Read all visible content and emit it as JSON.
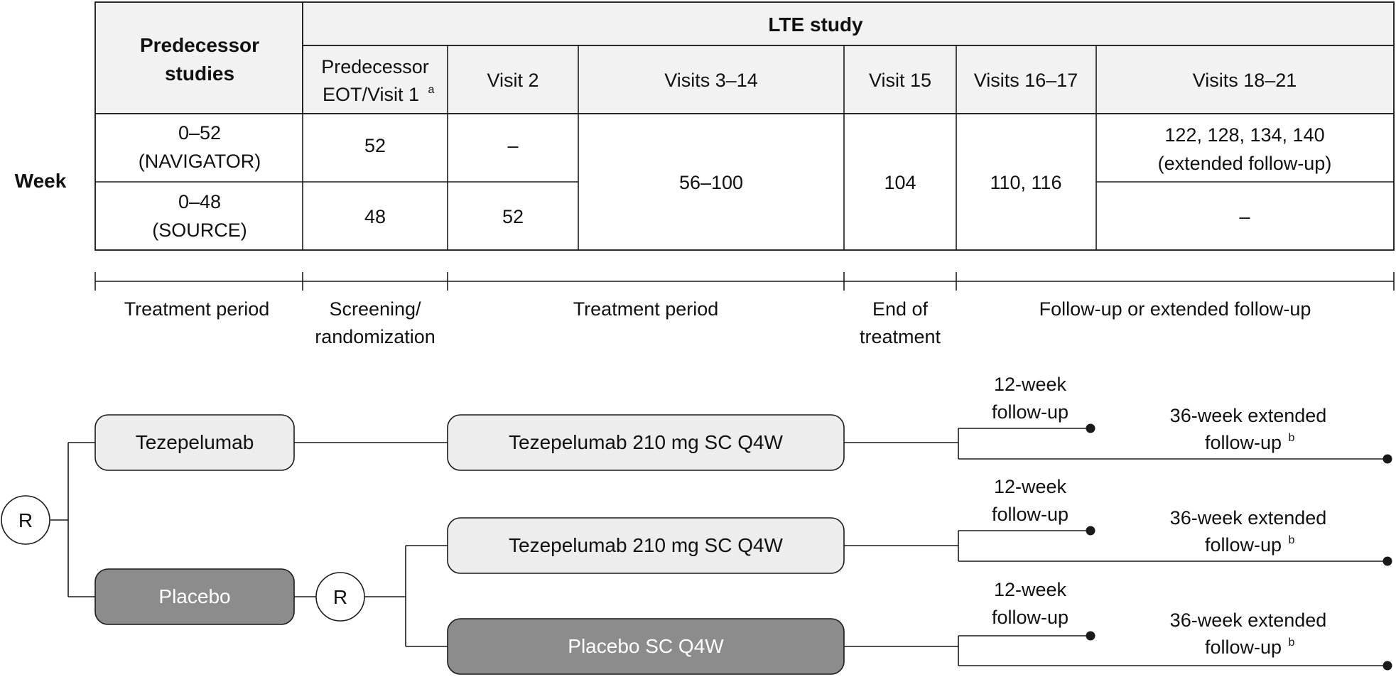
{
  "colors": {
    "line": "#1a1a1a",
    "header_fill": "#f2f2f2",
    "light_box": "#ededed",
    "dark_box": "#8c8c8c",
    "dark_box_text": "#ffffff",
    "text": "#111111"
  },
  "table": {
    "row_label": "Week",
    "header": {
      "predecessor": [
        "Predecessor",
        "studies"
      ],
      "lte_study": "LTE study",
      "col_predecessor_eot": [
        "Predecessor",
        "EOT/Visit 1",
        "a"
      ],
      "col_visit2": "Visit 2",
      "col_visits_3_14": "Visits 3–14",
      "col_visit15": "Visit 15",
      "col_visits_16_17": "Visits 16–17",
      "col_visits_18_21": "Visits 18–21"
    },
    "row_navigator": {
      "study": [
        "0–52",
        "(NAVIGATOR)"
      ],
      "eot": "52",
      "visit2": "–",
      "visits_18_21": [
        "122, 128, 134, 140",
        "(extended follow-up)"
      ]
    },
    "row_source": {
      "study": [
        "0–48",
        "(SOURCE)"
      ],
      "eot": "48",
      "visit2": "52",
      "visits_18_21": "–"
    },
    "shared": {
      "visits_3_14": "56–100",
      "visit15": "104",
      "visits_16_17": "110, 116"
    }
  },
  "periods": {
    "p1": [
      "Treatment period"
    ],
    "p2": [
      "Screening/",
      "randomization"
    ],
    "p3": [
      "Treatment period"
    ],
    "p4": [
      "End of",
      "treatment"
    ],
    "p5": [
      "Follow-up or extended follow-up"
    ]
  },
  "flow": {
    "randomization_symbol": "R",
    "box_tezepelumab": "Tezepelumab",
    "box_placebo": "Placebo",
    "box_teze_210_a": "Tezepelumab 210 mg SC Q4W",
    "box_teze_210_b": "Tezepelumab 210 mg SC Q4W",
    "box_placebo_sc": "Placebo SC Q4W",
    "followup_12": [
      "12-week",
      "follow-up"
    ],
    "followup_36": [
      "36-week extended",
      "follow-up",
      "b"
    ]
  }
}
